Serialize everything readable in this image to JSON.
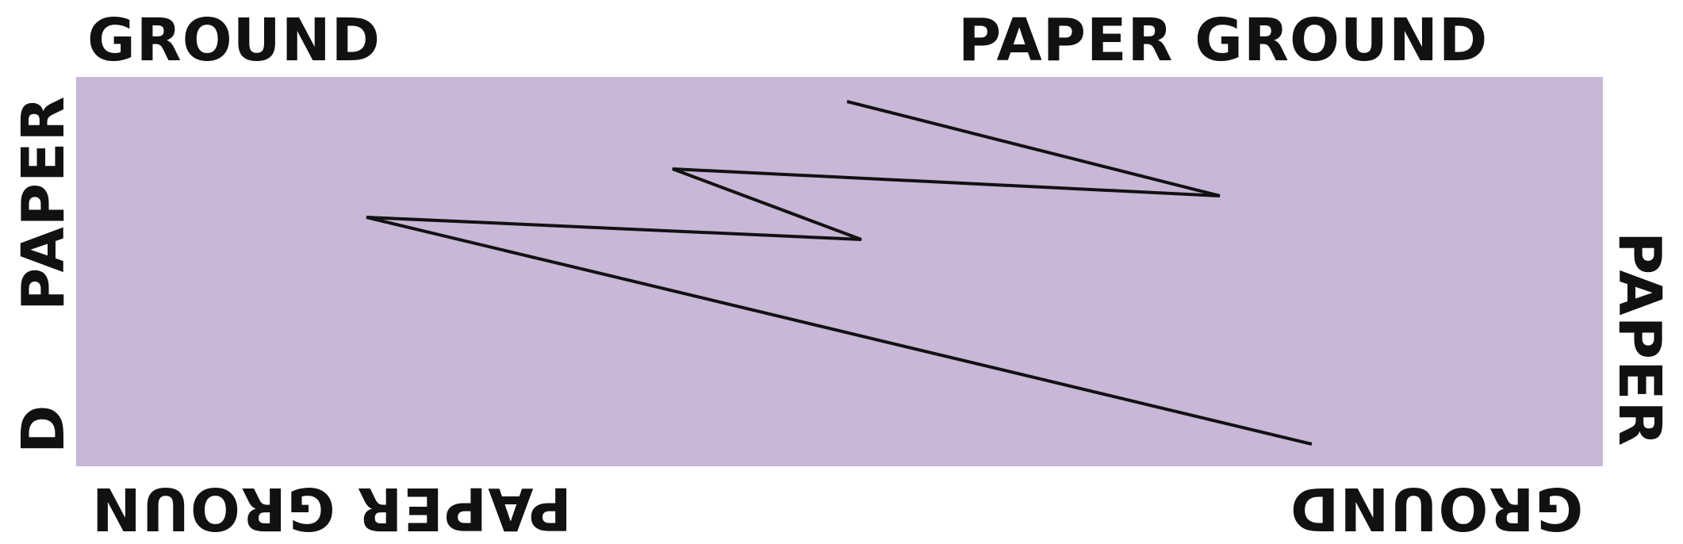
{
  "labels": {
    "top_left": "GROUND",
    "top_right": "PAPER GROUND",
    "bottom_left": "PAPER GROUN",
    "bottom_right": "GROUND",
    "left_upper": "PAPER",
    "left_lower": "D",
    "right": "PAPER"
  },
  "colors": {
    "panel": "#c8b7d6",
    "line": "#111111",
    "text": "#111111"
  }
}
